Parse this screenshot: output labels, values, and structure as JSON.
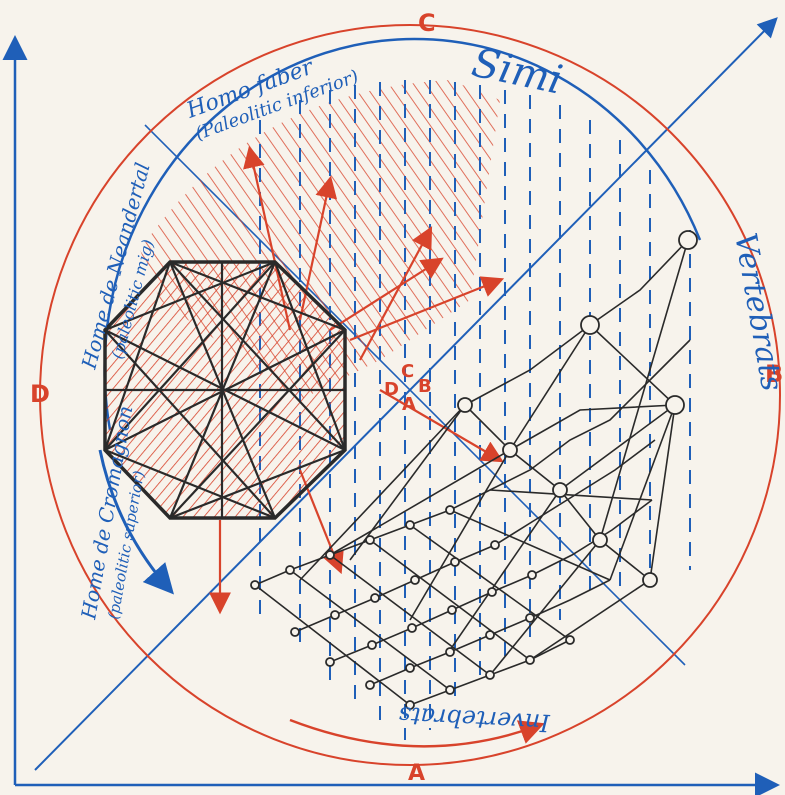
{
  "colors": {
    "paper": "#f7f3ec",
    "blue": "#1f5fb8",
    "red": "#d8432b",
    "ink": "#2a2a2a"
  },
  "labels": {
    "top_letter": "C",
    "left_letter": "D",
    "right_letter": "B",
    "bottom_letter": "A",
    "center_letters": [
      "D",
      "C",
      "B",
      "A"
    ],
    "simi": "Simi",
    "homo_faber": "Homo faber",
    "homo_faber_sub": "(Paleolitic inferior)",
    "neandertal": "Home de Neandertal",
    "neandertal_sub": "(paleolitic mig)",
    "cromagnon": "Home de Cromagnon",
    "cromagnon_sub": "(paleolitic superior)",
    "vertebrats": "Vertebrats",
    "invertebrats": "Invertebrats"
  }
}
